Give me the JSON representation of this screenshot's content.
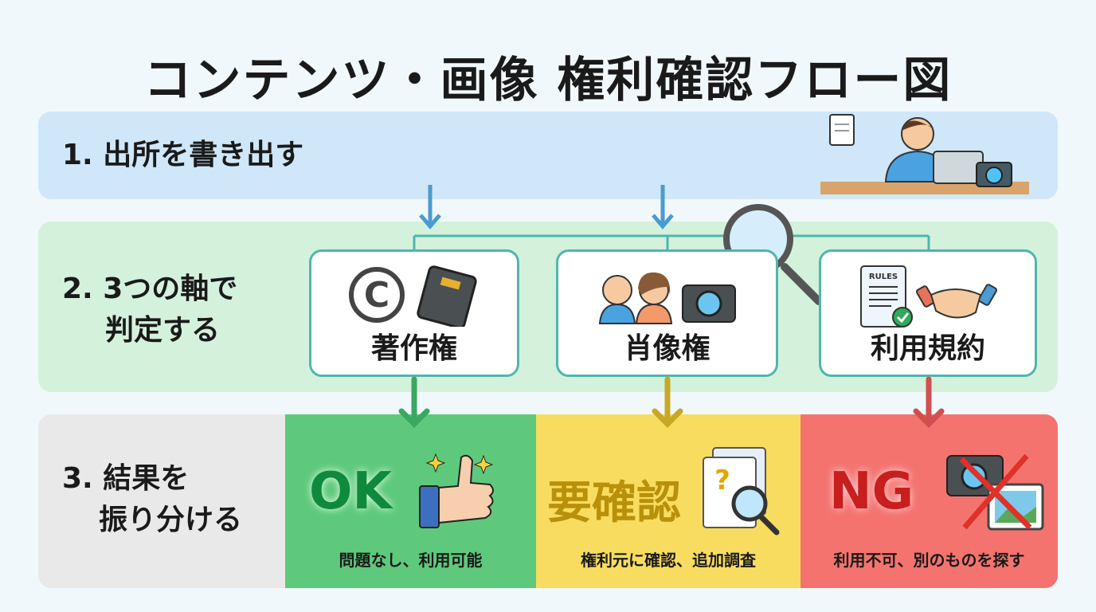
{
  "title": "コンテンツ・画像 権利確認フロー図",
  "steps": {
    "s1": "1. 出所を書き出す",
    "s2_l1": "2. 3つの軸で",
    "s2_l2": "判定する",
    "s3_l1": "3. 結果を",
    "s3_l2": "振り分ける"
  },
  "axes": [
    {
      "label": "著作権",
      "icon": "copyright-book-icon"
    },
    {
      "label": "肖像権",
      "icon": "people-camera-icon"
    },
    {
      "label": "利用規約",
      "icon": "rules-handshake-icon",
      "doc_text": "RULES"
    }
  ],
  "results": [
    {
      "label": "OK",
      "caption": "問題なし、利用可能",
      "color": "#5ec97c",
      "text_color": "#0f8a3c"
    },
    {
      "label": "要確認",
      "caption": "権利元に確認、追加調査",
      "color": "#f8dc60",
      "text_color": "#b8900a"
    },
    {
      "label": "NG",
      "caption": "利用不可、別のものを探す",
      "color": "#f4736f",
      "text_color": "#c81e1e"
    }
  ]
}
